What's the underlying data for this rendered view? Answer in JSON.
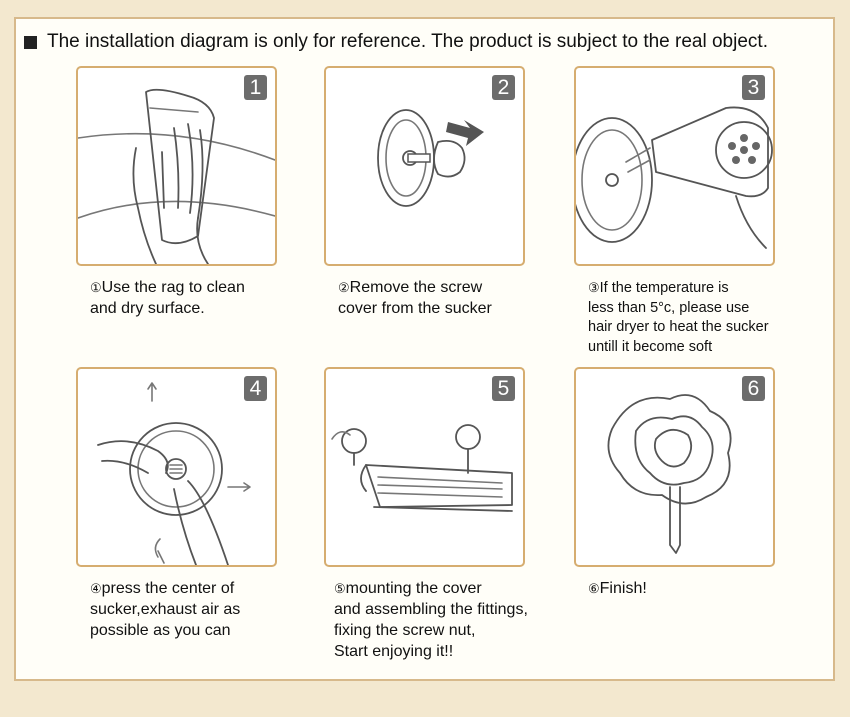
{
  "header": {
    "text": "The installation diagram is only for reference. The product is subject to the real object."
  },
  "steps": [
    {
      "number": "1",
      "marker": "①",
      "lines": [
        "Use the rag to clean",
        "and dry surface."
      ]
    },
    {
      "number": "2",
      "marker": "②",
      "lines": [
        "Remove the screw",
        "cover from the sucker"
      ]
    },
    {
      "number": "3",
      "marker": "③",
      "lines": [
        "If the temperature is",
        "less than 5°c, please use",
        "hair dryer to heat the sucker",
        "untill it become soft"
      ]
    },
    {
      "number": "4",
      "marker": "④",
      "lines": [
        "press the center of",
        "sucker,exhaust air as",
        "possible as you can"
      ]
    },
    {
      "number": "5",
      "marker": "⑤",
      "lines": [
        "mounting the cover",
        "and assembling the fittings,",
        "fixing the screw nut,",
        "Start enjoying it!!"
      ]
    },
    {
      "number": "6",
      "marker": "⑥",
      "lines": [
        "Finish!"
      ]
    }
  ]
}
